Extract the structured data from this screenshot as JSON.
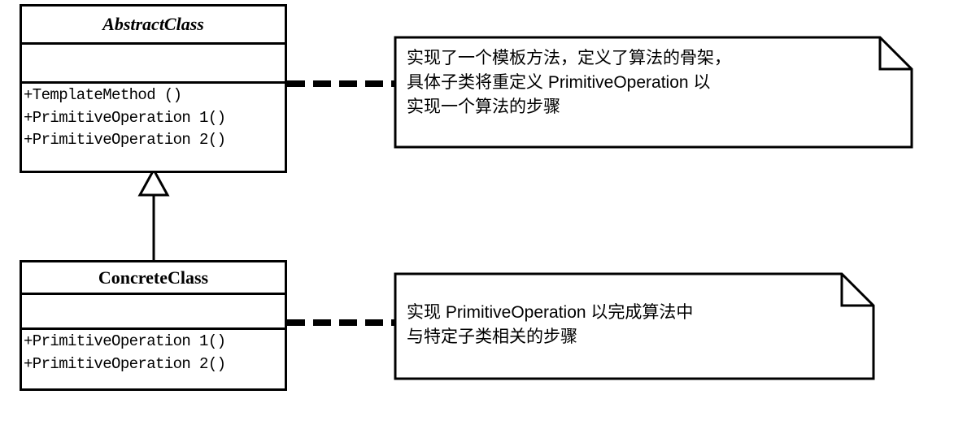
{
  "diagram": {
    "title": "Template Method Pattern UML Class Diagram",
    "kind": "uml-class-diagram",
    "colors": {
      "stroke": "#000000",
      "fill": "#ffffff",
      "text": "#000000"
    }
  },
  "classes": [
    {
      "id": "abstract-class",
      "name": "AbstractClass",
      "is_abstract": true,
      "attributes": [],
      "operations": [
        "+TemplateMethod ()",
        "+PrimitiveOperation 1()",
        "+PrimitiveOperation 2()"
      ]
    },
    {
      "id": "concrete-class",
      "name": "ConcreteClass",
      "is_abstract": false,
      "attributes": [],
      "operations": [
        "+PrimitiveOperation 1()",
        "+PrimitiveOperation 2()"
      ]
    }
  ],
  "notes": [
    {
      "id": "note-abstract",
      "attached_to": "AbstractClass",
      "text": "实现了一个模板方法，定义了算法的骨架，\n具体子类将重定义 PrimitiveOperation 以\n实现一个算法的步骤"
    },
    {
      "id": "note-concrete",
      "attached_to": "ConcreteClass",
      "text": "实现 PrimitiveOperation 以完成算法中\n与特定子类相关的步骤"
    }
  ],
  "relationships": [
    {
      "id": "generalization",
      "type": "generalization",
      "label": "",
      "from": "ConcreteClass",
      "to": "AbstractClass",
      "arrow": "hollow-triangle",
      "line": "solid"
    },
    {
      "id": "note-link-abstract",
      "type": "note-anchor",
      "label": "",
      "from": "AbstractClass",
      "to": "note-abstract",
      "arrow": "none",
      "line": "dashed"
    },
    {
      "id": "note-link-concrete",
      "type": "note-anchor",
      "label": "",
      "from": "ConcreteClass",
      "to": "note-concrete",
      "arrow": "none",
      "line": "dashed"
    }
  ]
}
